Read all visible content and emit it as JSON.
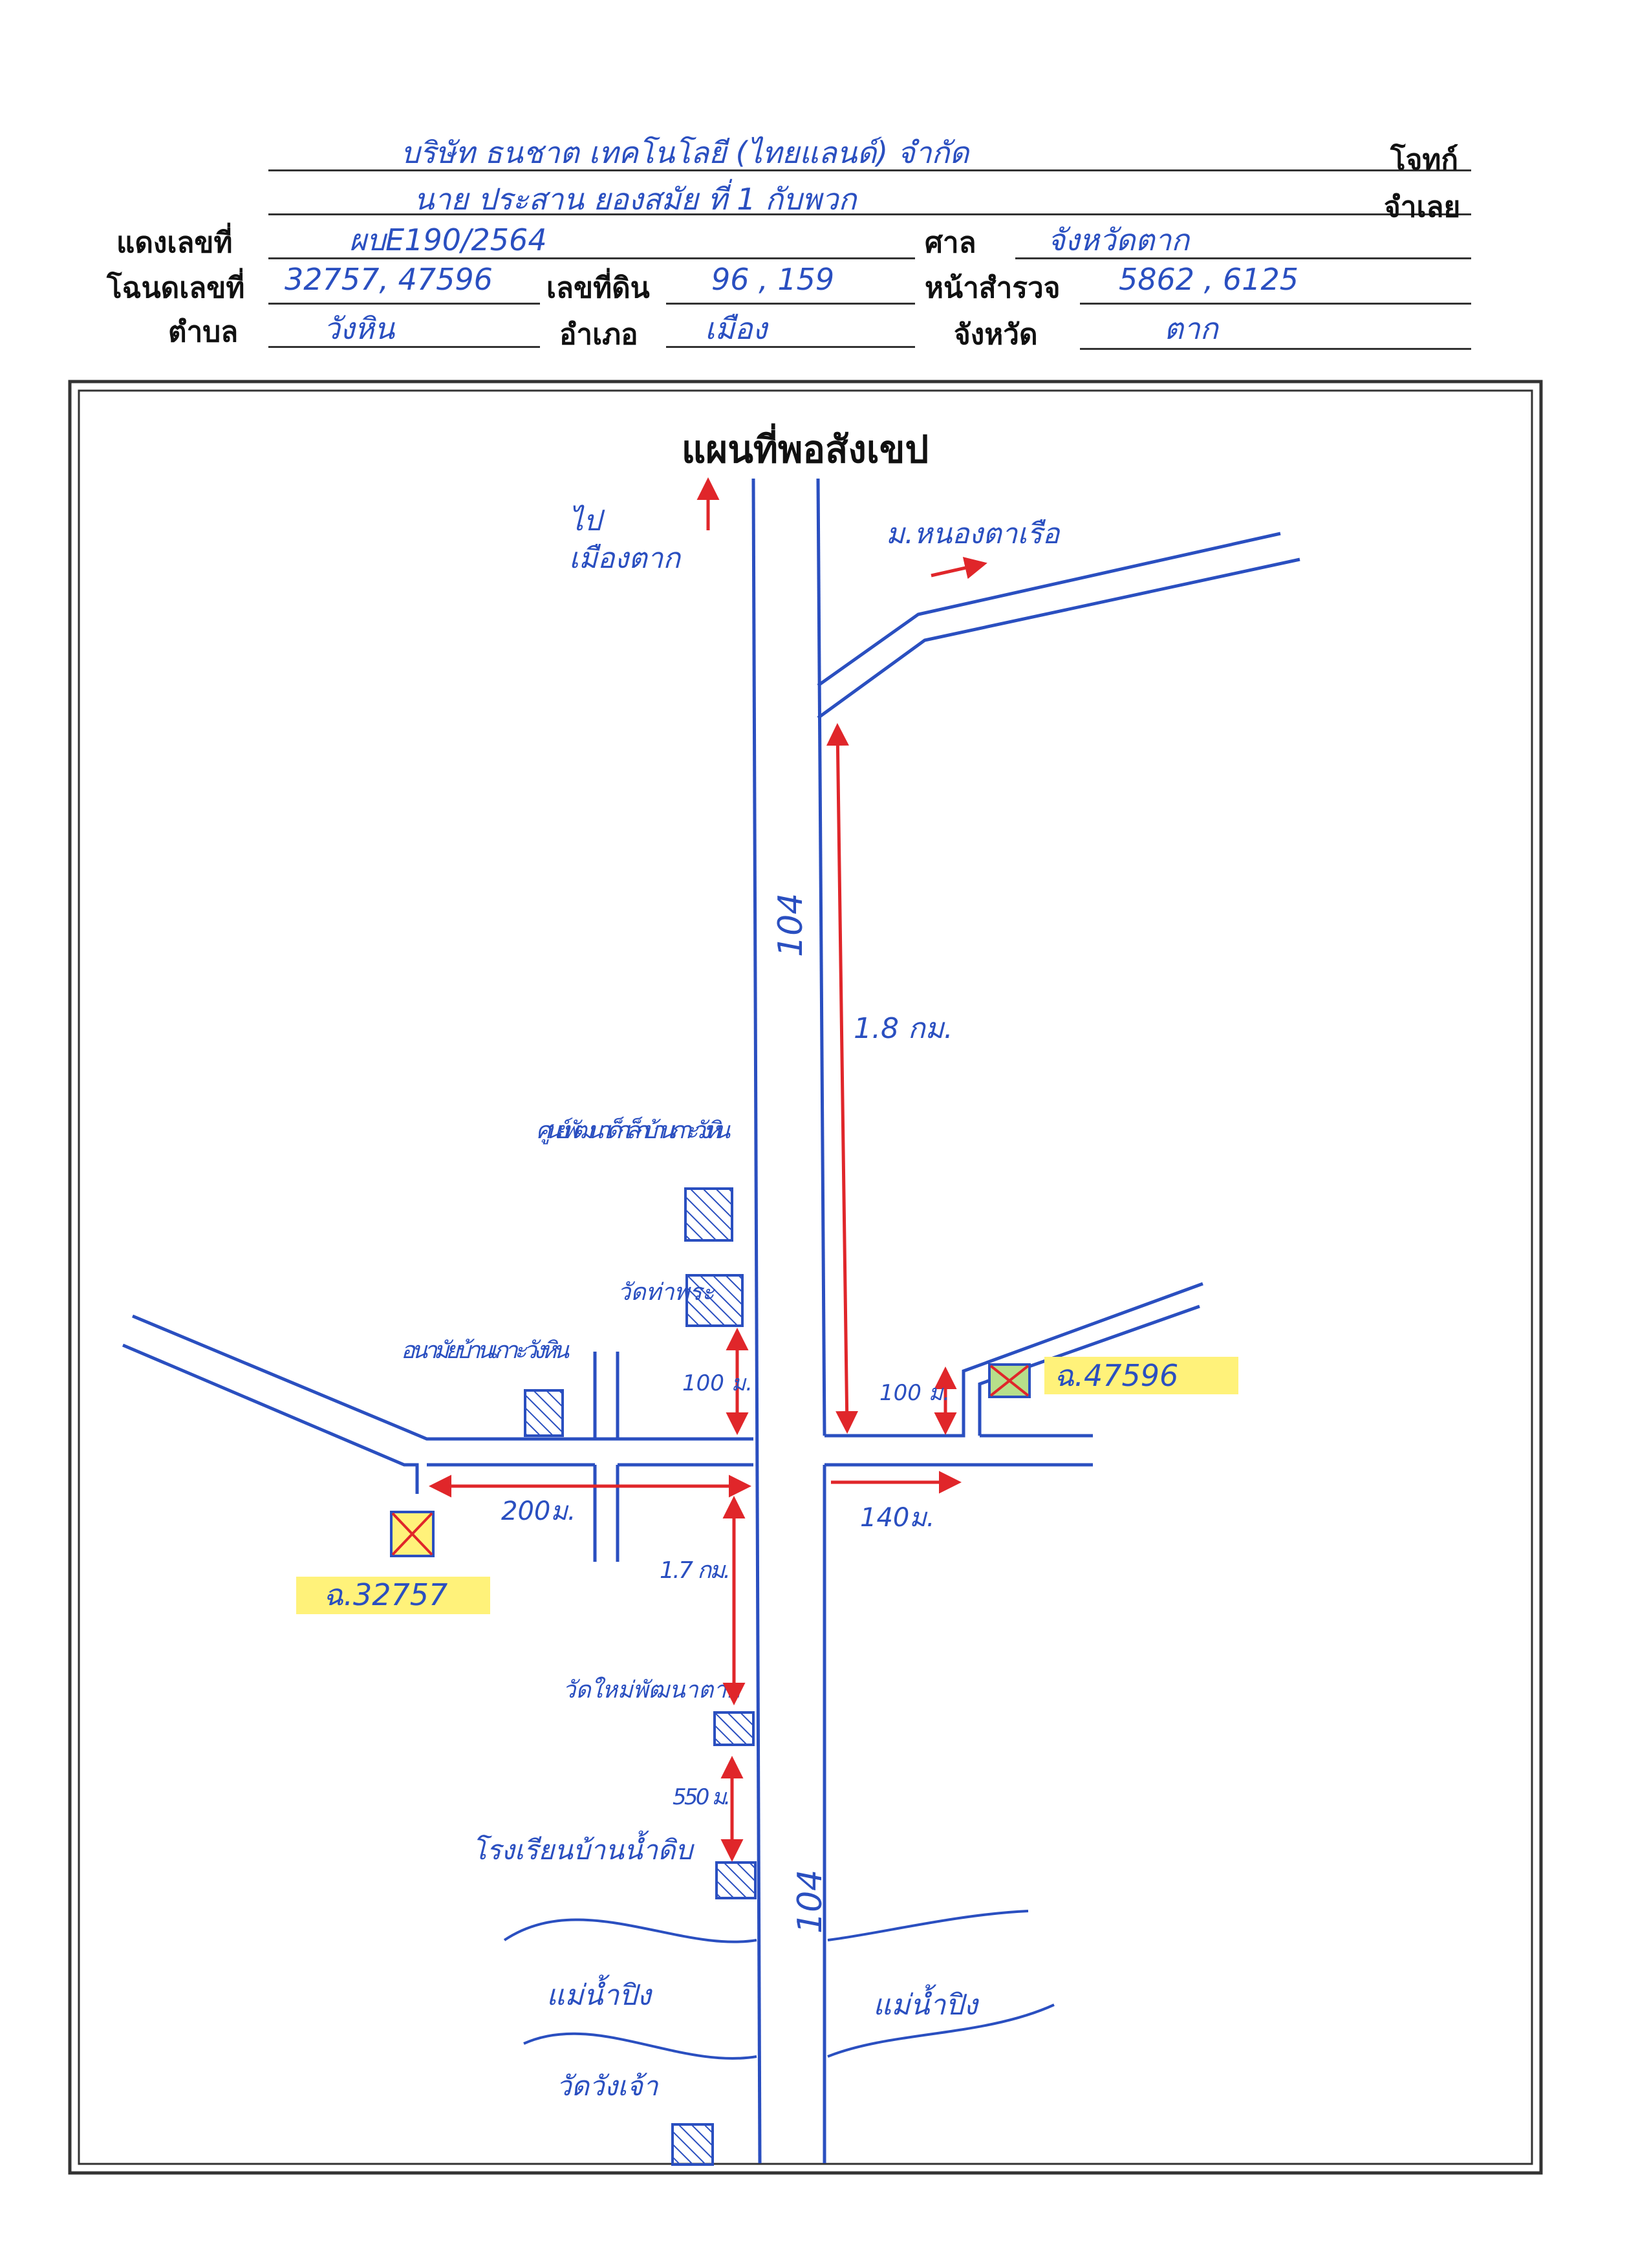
{
  "header": {
    "plaintiff_label": "โจทก์",
    "plaintiff_value": "บริษัท ธนชาต เทคโนโลยี (ไทยแลนด์) จำกัด",
    "defendant_label": "จำเลย",
    "defendant_value": "นาย ประสาน ยองสมัย ที่ 1 กับพวก",
    "case_label": "แดงเลขที่",
    "case_value": "ผบE190/2564",
    "court_label": "ศาล",
    "court_value": "จังหวัดตาก",
    "deed_label": "โฉนดเลขที่",
    "deed_value": "32757, 47596",
    "land_no_label": "เลขที่ดิน",
    "land_no_value": "96 , 159",
    "survey_label": "หน้าสำรวจ",
    "survey_value": "5862 , 6125",
    "subdistrict_label": "ตำบล",
    "subdistrict_value": "วังหิน",
    "district_label": "อำเภอ",
    "district_value": "เมือง",
    "province_label": "จังหวัด",
    "province_value": "ตาก"
  },
  "map": {
    "title": "แผนที่พอสังเขป",
    "to_city": "ไป\nเมืองตาก",
    "village_road": "ม.หนองตาเรือ",
    "road_number": "104",
    "dist_north": "1.8 กม.",
    "dist_east_side": "100 ม.",
    "dist_west_side": "100 ม.",
    "dist_west": "200ม.",
    "dist_east": "140ม.",
    "dist_south": "1.7 กม.",
    "dist_school": "550 ม.",
    "center_label": "ศูนย์พัฒนาเด็กเล็กบ้านเกาะวังหิน",
    "temple_north": "วัดท่าพระ",
    "community_label": "อนามัยบ้านเกาะวังหิน",
    "temple_south": "วัดใหม่พัฒนาตาก",
    "school_label": "โรงเรียนบ้านน้ำดิบ",
    "river_left": "แม่น้ำปิง",
    "river_right": "แม่น้ำปิง",
    "temple_bottom": "วัดวังเจ้า",
    "parcel_west": "ฉ.32757",
    "parcel_east": "ฉ.47596",
    "colors": {
      "road": "#2a4fc0",
      "arrow": "#e0262a",
      "highlight": "#fff27a",
      "hatch": "#2a4fc0"
    }
  }
}
